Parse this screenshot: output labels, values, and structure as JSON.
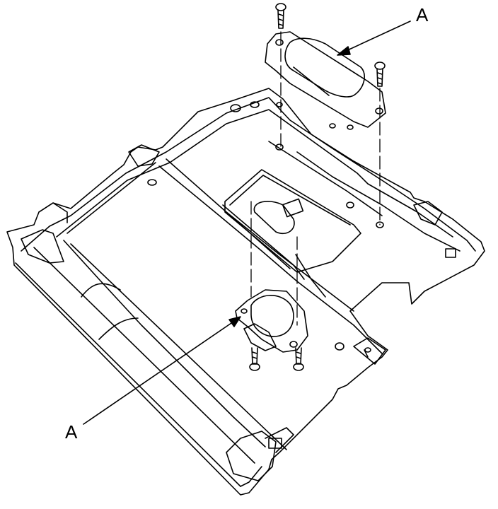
{
  "callouts": [
    {
      "id": "top",
      "label": "A"
    },
    {
      "id": "bottom",
      "label": "A"
    }
  ],
  "colors": {
    "line": "#000000",
    "background": "#ffffff"
  }
}
